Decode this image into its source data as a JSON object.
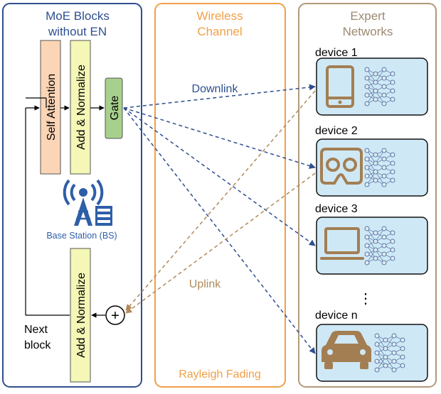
{
  "panels": {
    "moe": {
      "title_line1": "MoE Blocks",
      "title_line2": "without EN"
    },
    "channel": {
      "title_line1": "Wireless",
      "title_line2": "Channel",
      "bottom": "Rayleigh Fading"
    },
    "experts": {
      "title_line1": "Expert",
      "title_line2": "Networks"
    }
  },
  "blocks": {
    "self_attention": "Self Attention",
    "add_norm_top": "Add & Normalize",
    "gate": "Gate",
    "add_norm_bottom": "Add & Normalize",
    "sum_symbol": "+"
  },
  "base_station": {
    "label": "Base Station (BS)"
  },
  "next_block": {
    "line1": "Next",
    "line2": "block"
  },
  "links": {
    "downlink": "Downlink",
    "uplink": "Uplink"
  },
  "devices": [
    {
      "label": "device 1",
      "icon": "tablet-icon"
    },
    {
      "label": "device 2",
      "icon": "vr-headset-icon"
    },
    {
      "label": "device 3",
      "icon": "laptop-icon"
    },
    {
      "label": "device n",
      "icon": "car-icon"
    }
  ],
  "ellipsis": "⋮",
  "colors": {
    "moe_border": "#2f4f8f",
    "channel_border": "#f0a048",
    "experts_border": "#b09a7a",
    "self_attention_fill": "#fbd5b5",
    "add_norm_fill": "#f4f7b6",
    "gate_fill": "#a8d08d",
    "device_fill": "#cfe8f6",
    "device_icon": "#a37e52",
    "downlink": "#2f4f8f",
    "uplink": "#b08a5a",
    "moe_title": "#2f4f8f",
    "channel_title": "#f0a048",
    "experts_title": "#9a8a72"
  }
}
